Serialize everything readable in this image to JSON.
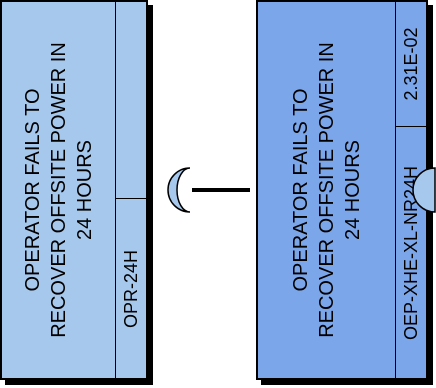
{
  "events": [
    {
      "description": "OPERATOR FAILS TO\nRECOVER OFFSITE POWER IN\n24 HOURS",
      "id": "OPR-24H",
      "probability": "",
      "fill": "#a6c8ec"
    },
    {
      "description": "OPERATOR FAILS TO\nRECOVER OFFSITE POWER IN\n24 HOURS",
      "id": "OEP-XHE-XL-NR24H",
      "probability": "2.31E-02",
      "fill": "#7ba6ea"
    }
  ],
  "colors": {
    "outline": "#000000",
    "connector_fill": "#a6c8ec"
  },
  "icons": [
    "transfer-in-connector-icon",
    "transfer-out-connector-icon"
  ]
}
